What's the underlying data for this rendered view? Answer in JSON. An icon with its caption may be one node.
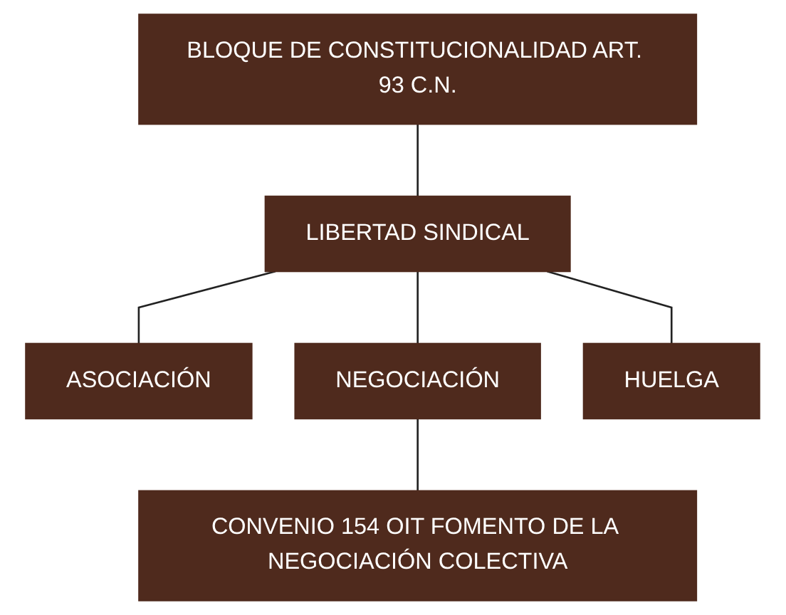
{
  "diagram": {
    "nodes": [
      {
        "text": [
          "BLOQUE DE CONSTITUCIONALIDAD ART. 93 C.N."
        ]
      },
      {
        "text": [
          "LIBERTAD SINDICAL"
        ]
      },
      {
        "text": [
          "ASOCIACIÓN"
        ]
      },
      {
        "text": [
          "NEGOCIACIÓN"
        ]
      },
      {
        "text": [
          "HUELGA"
        ]
      },
      {
        "text": [
          "CONVENIO 154 OIT FOMENTO DE LA NEGOCIACIÓN COLECTIVA"
        ]
      }
    ],
    "edges": [
      {
        "from": 0,
        "to": 1,
        "arrow": "none"
      },
      {
        "from": 1,
        "to": 2,
        "arrow": "none"
      },
      {
        "from": 1,
        "to": 3,
        "arrow": "none"
      },
      {
        "from": 1,
        "to": 4,
        "arrow": "none"
      },
      {
        "from": 3,
        "to": 5,
        "arrow": "none"
      }
    ]
  }
}
